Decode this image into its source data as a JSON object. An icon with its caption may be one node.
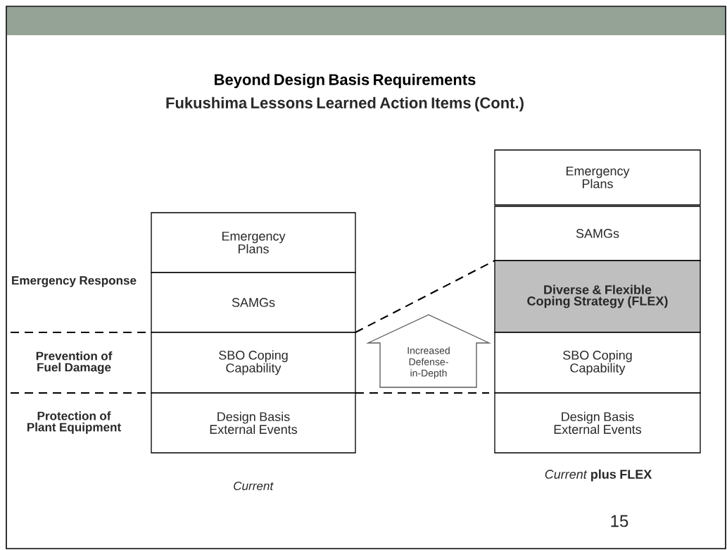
{
  "diagram": {
    "title": "Beyond Design Basis Requirements",
    "nodes": [
      {
        "text": [
          "Emergency Plans"
        ]
      },
      {
        "text": [
          "SAMGs"
        ]
      },
      {
        "text": [
          "SBO Coping Capability"
        ]
      },
      {
        "text": [
          "Design Basis External Events"
        ]
      },
      {
        "text": [
          "Increased Defense-in-Depth"
        ]
      },
      {
        "text": [
          "Emergency Plans"
        ]
      },
      {
        "text": [
          "SAMGs"
        ]
      },
      {
        "text": [
          "Diverse & Flexible Coping Strategy (FLEX)"
        ]
      },
      {
        "text": [
          "SBO Coping Capability"
        ]
      },
      {
        "text": [
          "Design Basis External Events"
        ]
      }
    ],
    "labels": [
      "Fukushima Lessons Learned Action Items (Cont.)",
      "Emergency Response",
      "Prevention of Fuel Damage",
      "Protection of Plant Equipment",
      "*Current*",
      "*Current* **plus FLEX**",
      "15"
    ]
  }
}
